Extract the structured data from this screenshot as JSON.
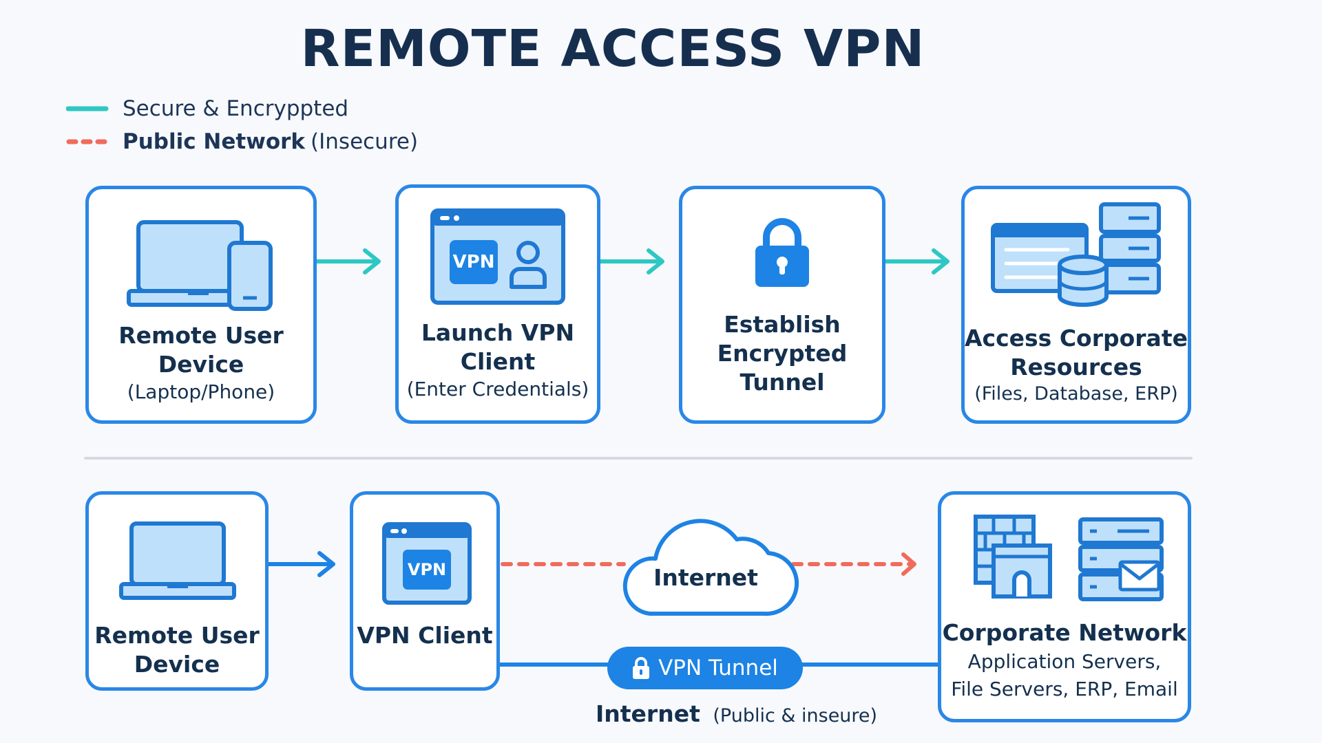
{
  "title": "REMOTE ACCESS VPN",
  "legend": [
    {
      "text": "Secure & Encryppted",
      "style": "solid",
      "color": "#2ec7c4"
    },
    {
      "text_strong": "Public Network",
      "text_rest": "(Insecure)",
      "style": "dashed",
      "color": "#f06b5c"
    }
  ],
  "flow_top": [
    {
      "title": "Remote User Device",
      "sub": "(Laptop/Phone)",
      "icon": "laptop-phone-icon"
    },
    {
      "title": "Launch VPN Client",
      "sub": "(Enter Credentials)",
      "icon": "vpn-client-window-icon",
      "icon_text": "VPN"
    },
    {
      "title": "Establish Encrypted Tunnel",
      "sub": "",
      "icon": "padlock-icon"
    },
    {
      "title": "Access Corporate Resources",
      "sub": "(Files, Database, ERP)",
      "icon": "servers-database-icon"
    }
  ],
  "flow_bottom": {
    "device": {
      "title": "Remote User Device",
      "icon": "laptop-icon"
    },
    "client": {
      "title": "VPN Client",
      "icon": "vpn-window-icon",
      "icon_text": "VPN"
    },
    "cloud": {
      "label": "Internet",
      "icon": "cloud-icon"
    },
    "tunnel": {
      "label": "VPN Tunnel",
      "icon": "lock-icon"
    },
    "corporate": {
      "title": "Corporate Network",
      "lines": [
        "Application Servers,",
        "File Servers, ERP, Email"
      ],
      "icon": "firewall-servers-icon"
    },
    "caption": {
      "strong": "Internet",
      "rest": "(Public & inseure)"
    }
  },
  "colors": {
    "card_border": "#2a87e6",
    "accent_blue": "#1d83e4",
    "teal": "#2ec7c4",
    "red": "#f06b5c",
    "icon_fill": "#bfe0fb"
  }
}
